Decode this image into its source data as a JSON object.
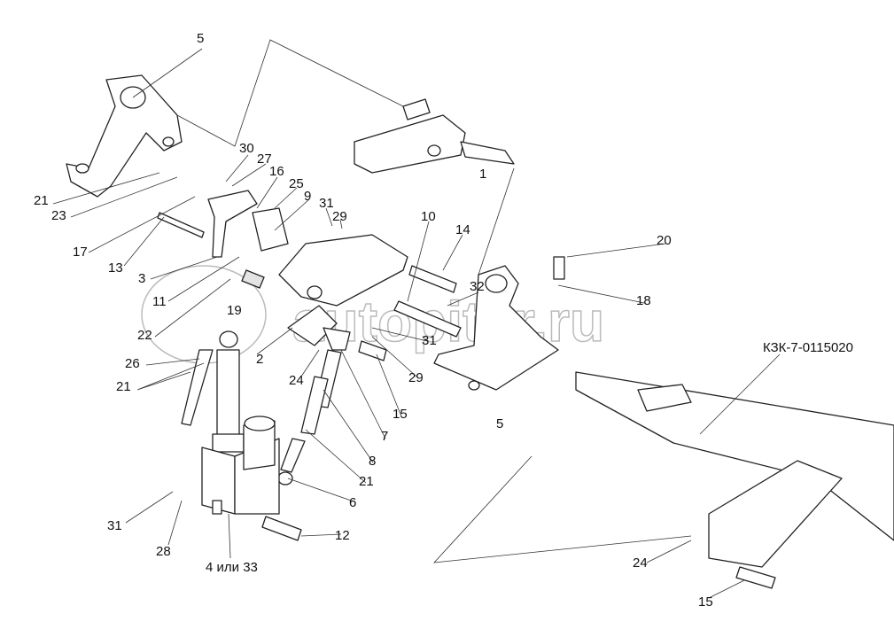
{
  "drawing_code": "КЗК-7-0115020",
  "watermark": "autopiter.ru",
  "callouts": [
    "5",
    "30",
    "27",
    "16",
    "25",
    "9",
    "31",
    "29",
    "10",
    "14",
    "1",
    "20",
    "32",
    "18",
    "21",
    "23",
    "17",
    "13",
    "3",
    "11",
    "19",
    "22",
    "26",
    "21",
    "2",
    "31",
    "24",
    "29",
    "15",
    "7",
    "5",
    "8",
    "21",
    "6",
    "31",
    "28",
    "4 или 33",
    "12",
    "24",
    "15"
  ]
}
